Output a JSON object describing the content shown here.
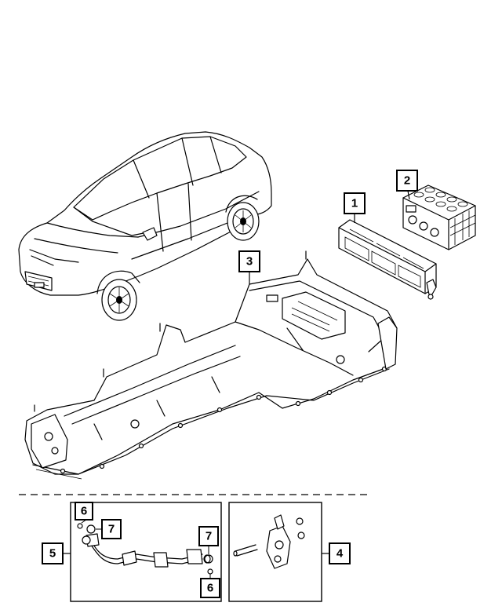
{
  "callouts": {
    "c1": "1",
    "c2": "2",
    "c3": "3",
    "c4": "4",
    "c5": "5",
    "c6a": "6",
    "c6b": "6",
    "c7a": "7",
    "c7b": "7"
  }
}
